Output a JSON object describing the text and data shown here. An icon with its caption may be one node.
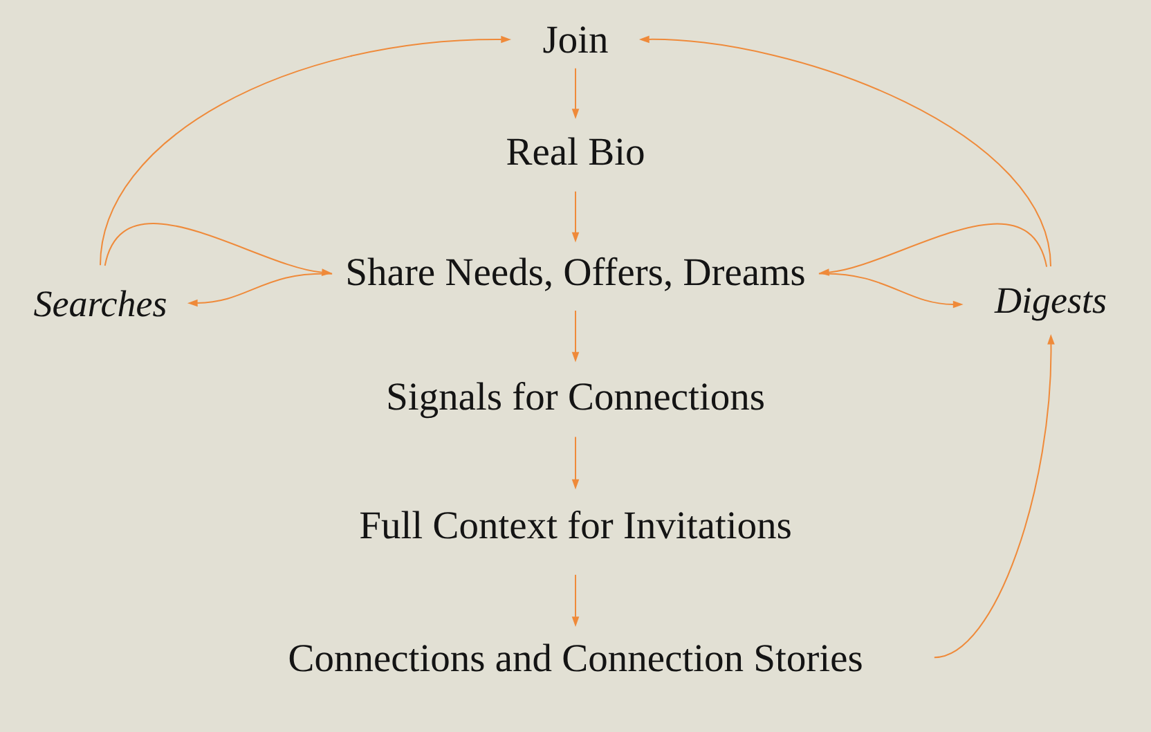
{
  "diagram": {
    "nodes": [
      {
        "text": [
          "Join"
        ]
      },
      {
        "text": [
          "Real Bio"
        ]
      },
      {
        "text": [
          "Searches"
        ]
      },
      {
        "text": [
          "Share Needs, Offers, Dreams"
        ]
      },
      {
        "text": [
          "Digests"
        ]
      },
      {
        "text": [
          "Signals for Connections"
        ]
      },
      {
        "text": [
          "Full Context for Invitations"
        ]
      },
      {
        "text": [
          "Connections and Connection Stories"
        ]
      }
    ],
    "edges": [
      {
        "from": 0,
        "to": 1,
        "arrow": "to"
      },
      {
        "from": 1,
        "to": 3,
        "arrow": "to"
      },
      {
        "from": 3,
        "to": 5,
        "arrow": "to"
      },
      {
        "from": 5,
        "to": 6,
        "arrow": "to"
      },
      {
        "from": 6,
        "to": 7,
        "arrow": "to"
      },
      {
        "from": 2,
        "to": 0,
        "arrow": "to"
      },
      {
        "from": 2,
        "to": 3,
        "arrow": "to"
      },
      {
        "from": 3,
        "to": 2,
        "arrow": "to"
      },
      {
        "from": 4,
        "to": 0,
        "arrow": "to"
      },
      {
        "from": 4,
        "to": 3,
        "arrow": "to"
      },
      {
        "from": 3,
        "to": 4,
        "arrow": "to"
      },
      {
        "from": 7,
        "to": 4,
        "arrow": "to"
      }
    ]
  }
}
